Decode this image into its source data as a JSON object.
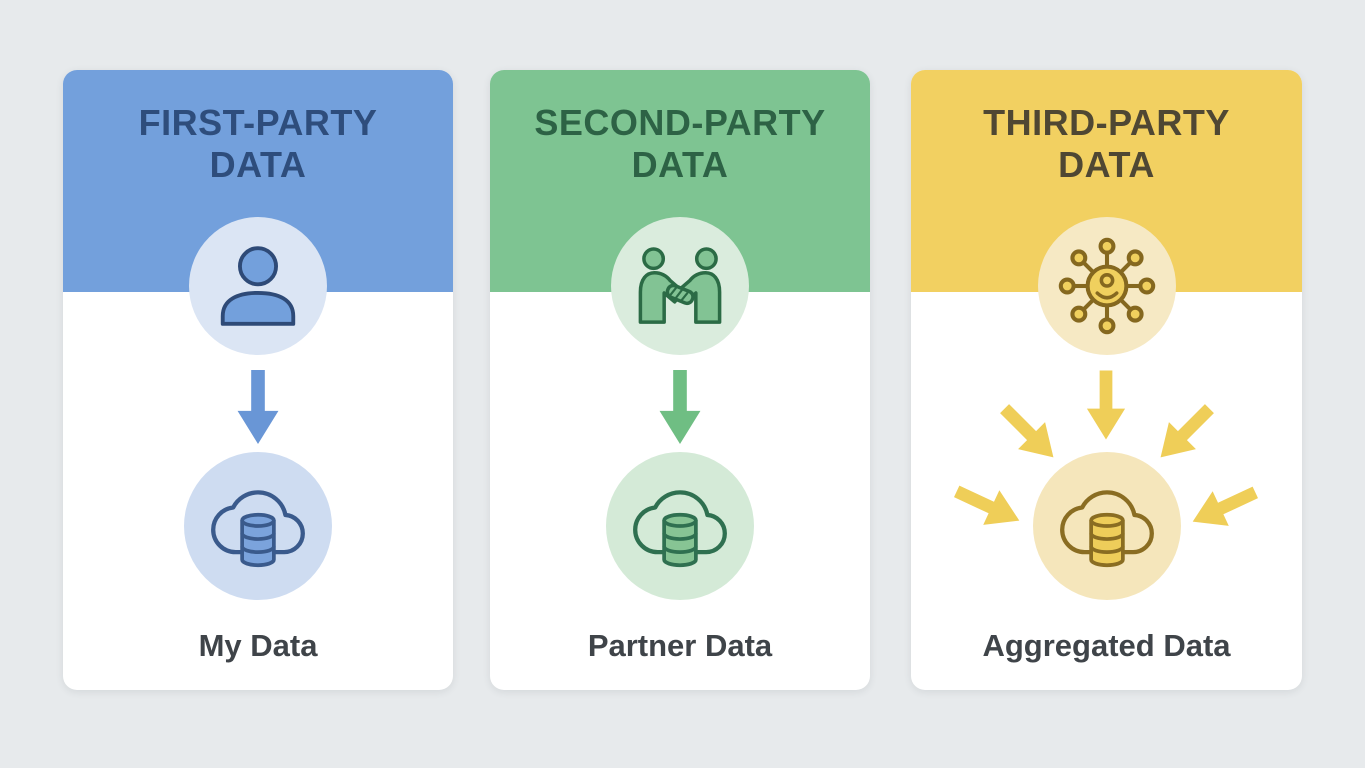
{
  "page": {
    "background": "#e7eaec",
    "card_background": "#ffffff",
    "label_color": "#3f4449"
  },
  "cards": [
    {
      "id": "first-party",
      "title_line1": "FIRST-PARTY",
      "title_line2": "DATA",
      "source_icon": "person-icon",
      "destination_icon": "cloud-database-icon",
      "arrows": "single-down-arrow",
      "label": "My Data",
      "colors": {
        "header": "#73a0dc",
        "title_text": "#2e4d7c",
        "tint1": "#dbe5f4",
        "tint2": "#cedcf1",
        "icon_stroke": "#2e4a77",
        "icon_fill": "#73a0dc",
        "cloud_stroke": "#3a5a8c",
        "db_fill": "#7ba3dc",
        "arrow": "#6996d6"
      }
    },
    {
      "id": "second-party",
      "title_line1": "SECOND-PARTY",
      "title_line2": "DATA",
      "source_icon": "handshake-icon",
      "destination_icon": "cloud-database-icon",
      "arrows": "single-down-arrow",
      "label": "Partner Data",
      "colors": {
        "header": "#7ec492",
        "title_text": "#2d6245",
        "tint1": "#daecdd",
        "tint2": "#d4ead7",
        "icon_stroke": "#2b6b45",
        "icon_fill": "#82c394",
        "cloud_stroke": "#2f7050",
        "db_fill": "#87c494",
        "arrow": "#6fbe83"
      }
    },
    {
      "id": "third-party",
      "title_line1": "THIRD-PARTY",
      "title_line2": "DATA",
      "source_icon": "network-icon",
      "destination_icon": "cloud-database-icon",
      "arrows": "five-converging-arrows",
      "label": "Aggregated Data",
      "colors": {
        "header": "#f2d061",
        "title_text": "#4f4733",
        "tint1": "#f6e9c4",
        "tint2": "#f5e6bb",
        "icon_stroke": "#85681f",
        "icon_fill": "#f0d05e",
        "cloud_stroke": "#8a6d22",
        "db_fill": "#eecd5a",
        "arrow": "#efce58"
      }
    }
  ]
}
